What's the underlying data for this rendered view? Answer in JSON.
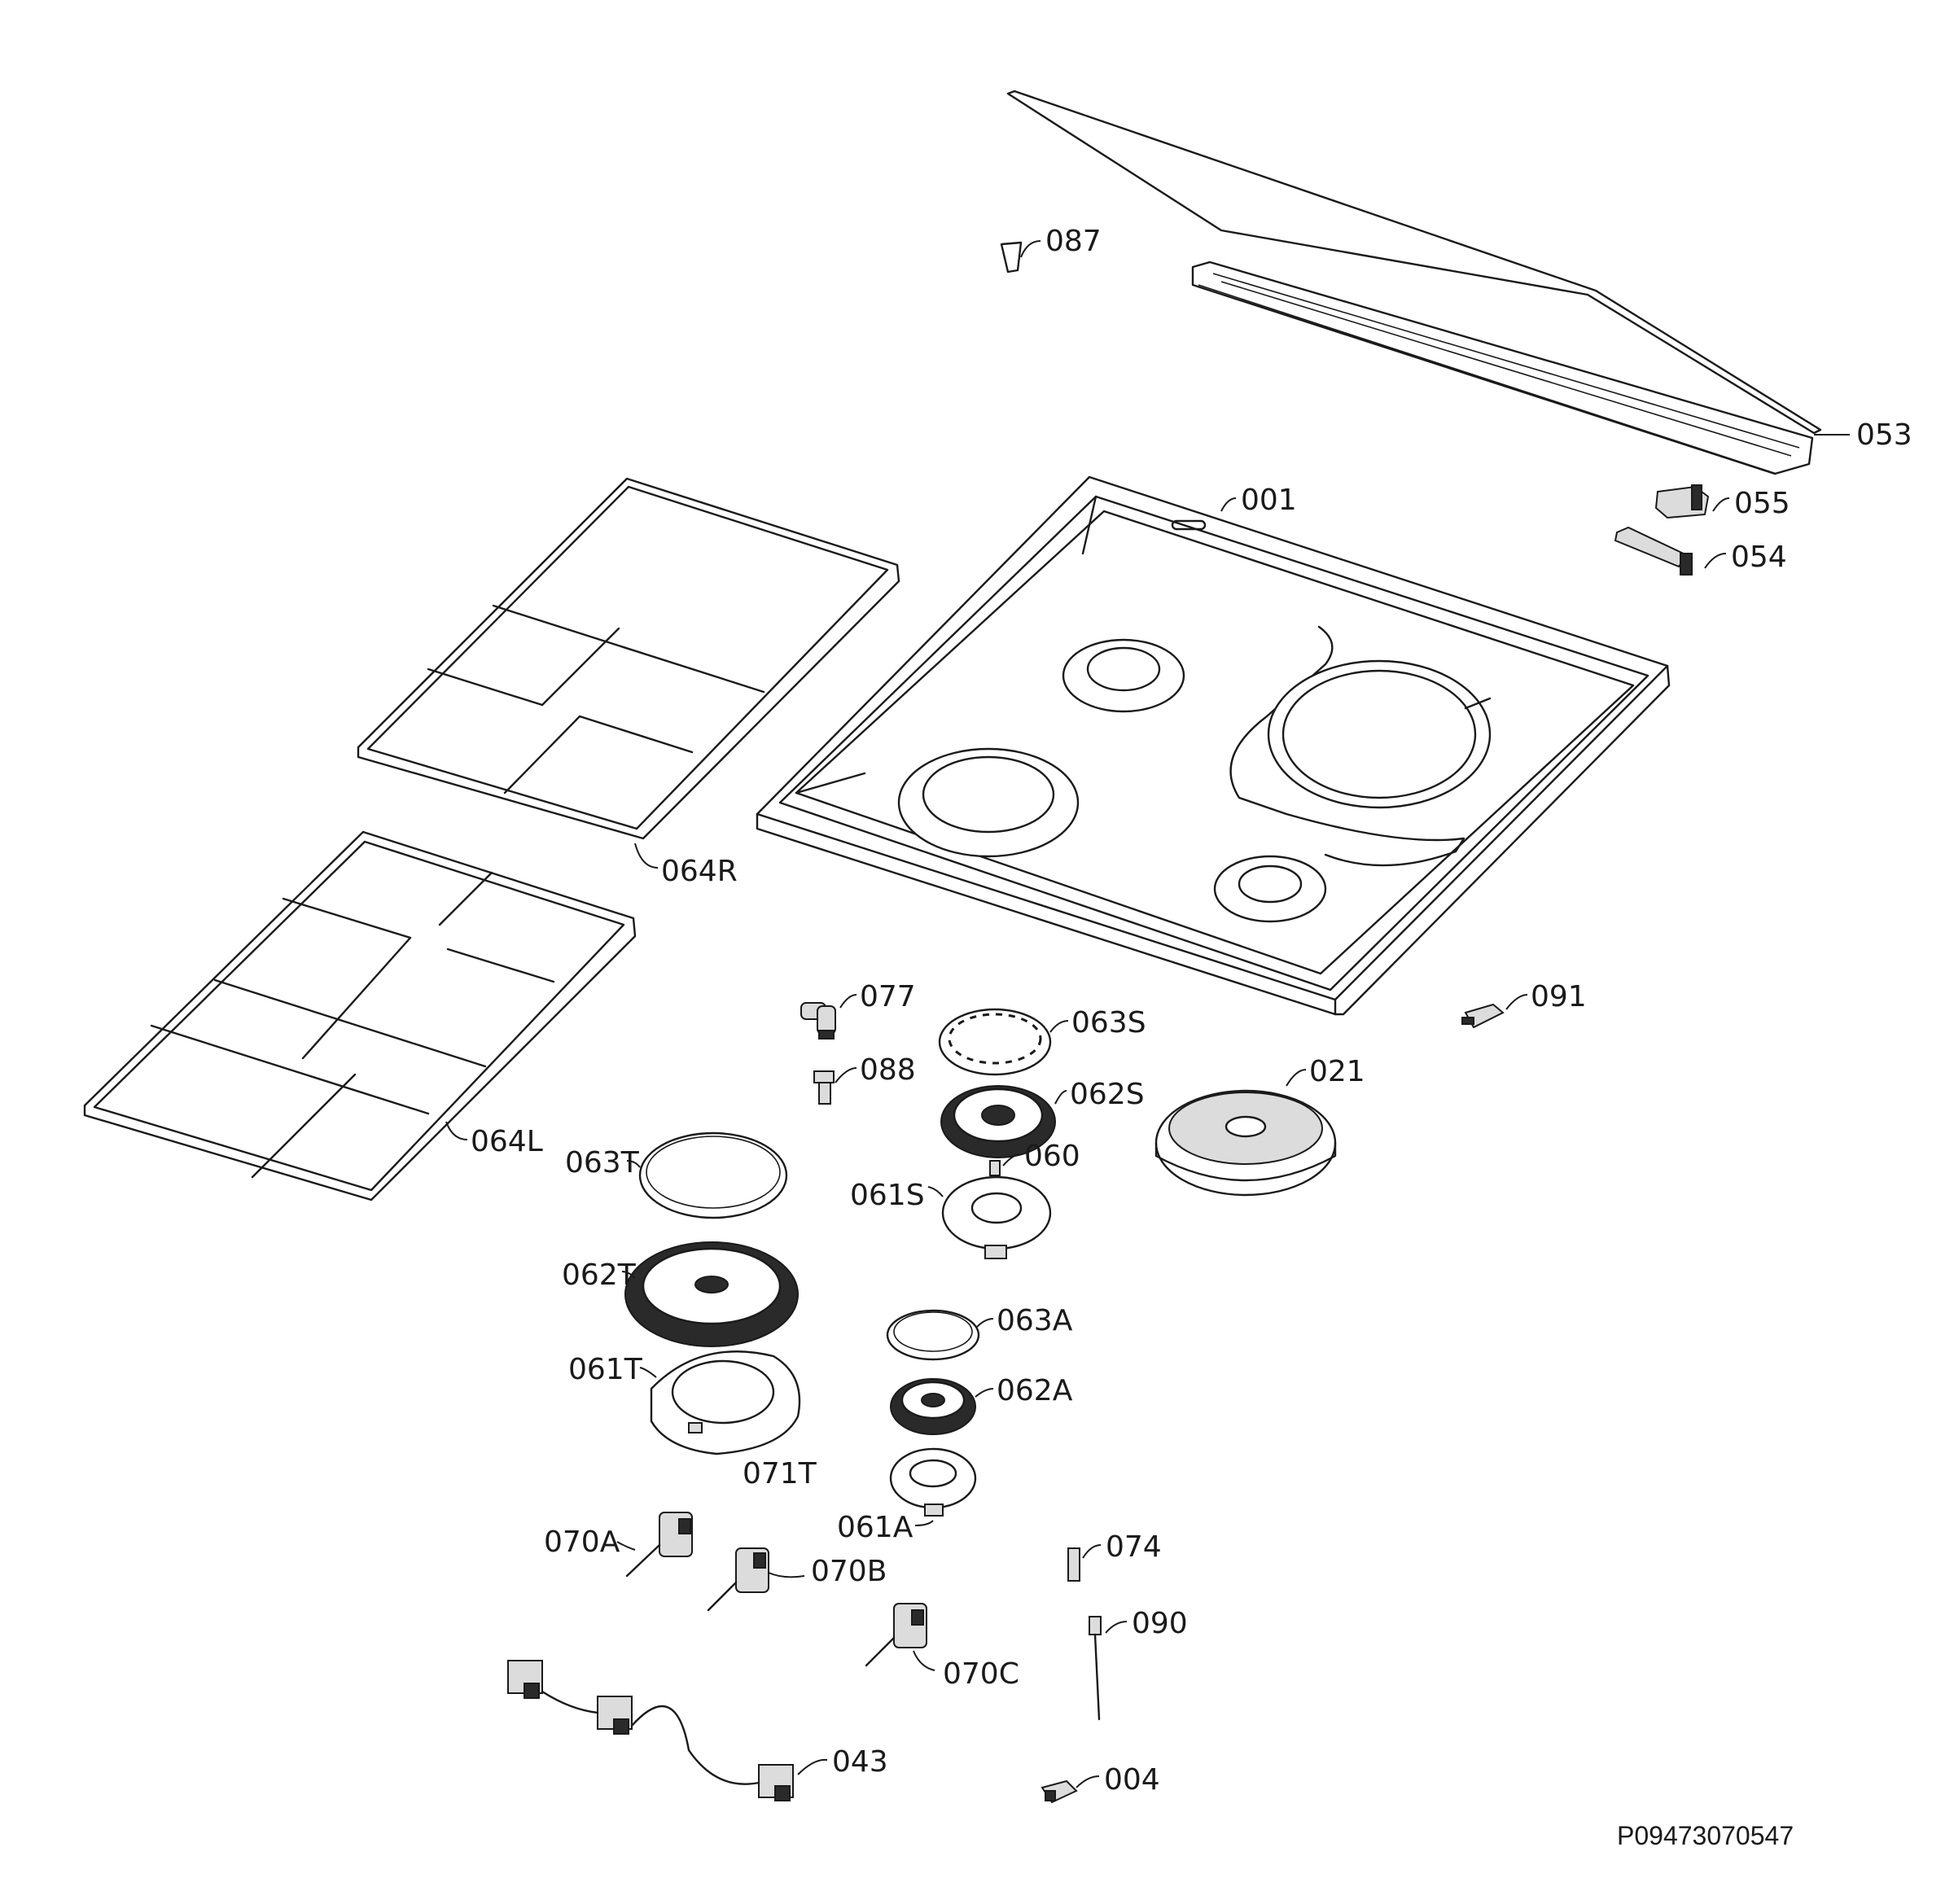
{
  "diagram": {
    "reference_code": "P09473070547",
    "parts": {
      "p053": "053",
      "p055": "055",
      "p054": "054",
      "p087": "087",
      "p001": "001",
      "p064R": "064R",
      "p064L": "064L",
      "p077": "077",
      "p063S": "063S",
      "p088": "088",
      "p062S": "062S",
      "p060": "060",
      "p061S": "061S",
      "p021": "021",
      "p091": "091",
      "p063T": "063T",
      "p062T": "062T",
      "p061T": "061T",
      "p071T": "071T",
      "p063A": "063A",
      "p062A": "062A",
      "p061A": "061A",
      "p070A": "070A",
      "p070B": "070B",
      "p070C": "070C",
      "p074": "074",
      "p090": "090",
      "p043": "043",
      "p004": "004"
    }
  }
}
